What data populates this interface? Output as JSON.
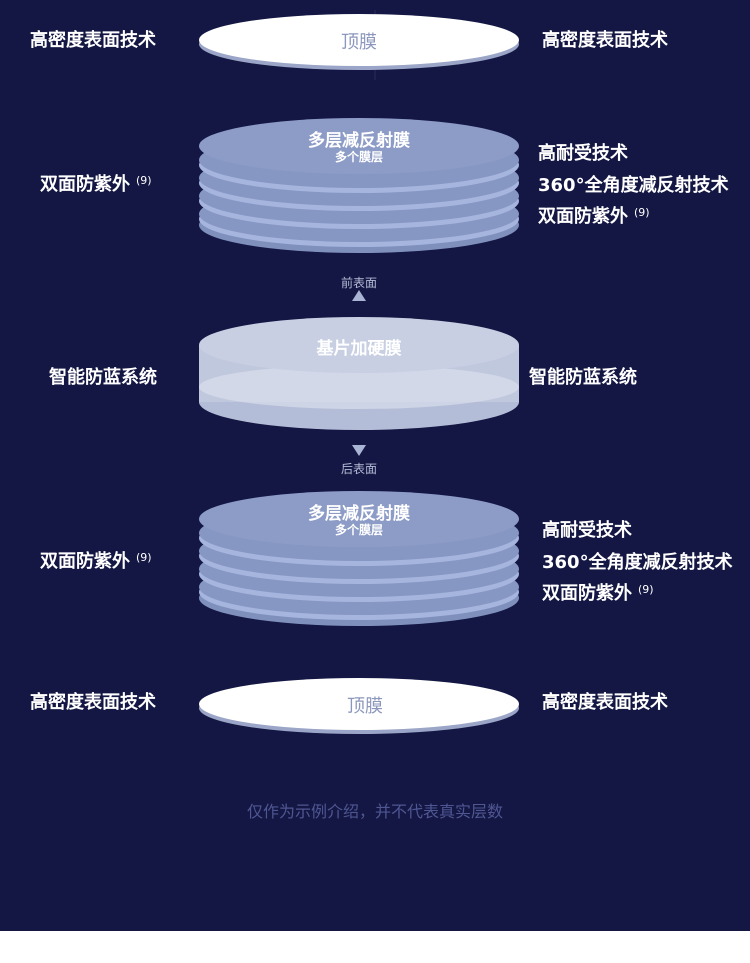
{
  "top_film": {
    "title": "顶膜",
    "left": "高密度表面技术",
    "right": "高密度表面技术"
  },
  "front_stack": {
    "title": "多层减反射膜",
    "subtitle": "多个膜层",
    "left": "双面防紫外",
    "left_sup": "(9)",
    "right": [
      "高耐受技术",
      "360°全角度减反射技术",
      "双面防紫外"
    ],
    "right_sup": "(9)"
  },
  "front_label": "前表面",
  "substrate": {
    "title": "基片加硬膜",
    "left": "智能防蓝系统",
    "right": "智能防蓝系统"
  },
  "back_label": "后表面",
  "back_stack": {
    "title": "多层减反射膜",
    "subtitle": "多个膜层",
    "left": "双面防紫外",
    "left_sup": "(9)",
    "right": [
      "高耐受技术",
      "360°全角度减反射技术",
      "双面防紫外"
    ],
    "right_sup": "(9)"
  },
  "bottom_film": {
    "title": "顶膜",
    "left": "高密度表面技术",
    "right": "高密度表面技术"
  },
  "note": "仅作为示例介绍，并不代表真实层数",
  "colors": {
    "background": "#141743",
    "film": "#ffffff",
    "stack": "#8a9cc6",
    "substrate": "#c3cbe0"
  }
}
